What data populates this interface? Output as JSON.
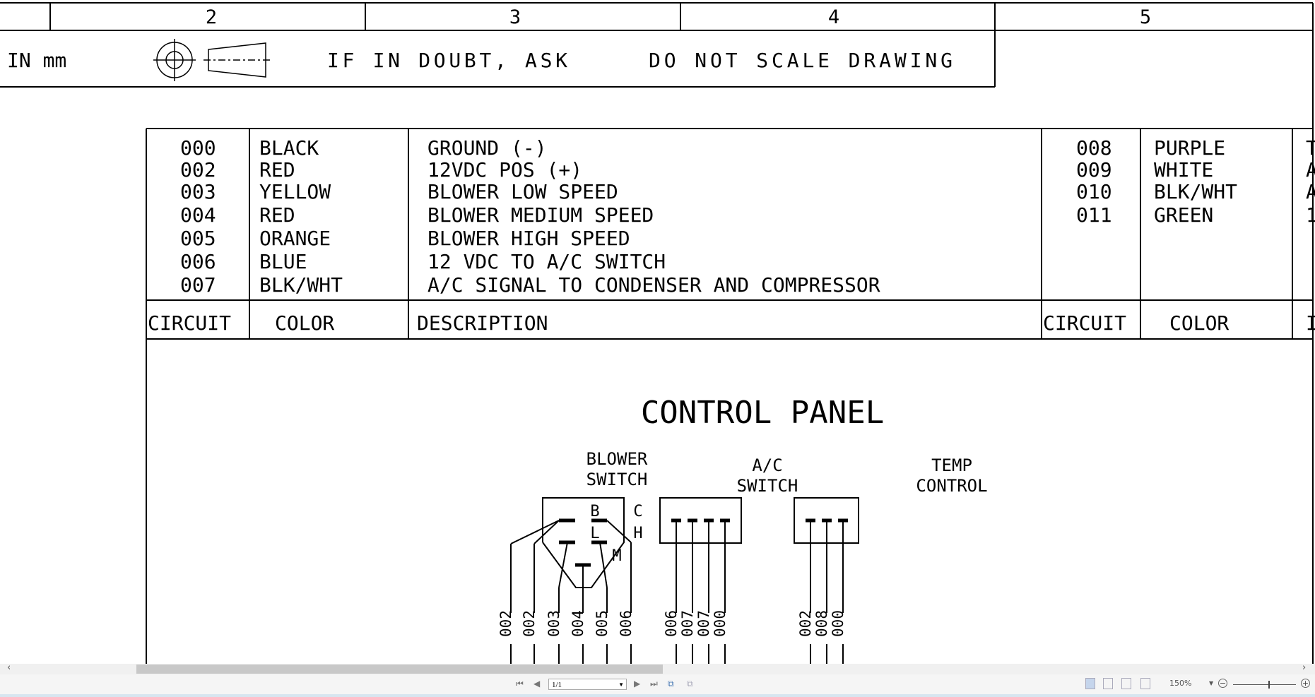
{
  "title_block": {
    "zone_numbers": [
      "2",
      "3",
      "4",
      "5"
    ],
    "units": "IN mm",
    "note_doubt": "IF IN DOUBT, ASK",
    "note_scale": "DO NOT SCALE DRAWING",
    "projection_symbol": "third-angle-projection-icon"
  },
  "wire_table": {
    "headers": {
      "circuit": "CIRCUIT",
      "color": "COLOR",
      "description": "DESCRIPTION",
      "circuit2": "CIRCUIT",
      "color2": "COLOR",
      "description2_partial": "I"
    },
    "rows": [
      {
        "circuit": "000",
        "color": "BLACK",
        "description": "GROUND (-)"
      },
      {
        "circuit": "002",
        "color": "RED",
        "description": "12VDC POS (+)"
      },
      {
        "circuit": "003",
        "color": "YELLOW",
        "description": "BLOWER LOW SPEED"
      },
      {
        "circuit": "004",
        "color": "RED",
        "description": "BLOWER MEDIUM SPEED"
      },
      {
        "circuit": "005",
        "color": "ORANGE",
        "description": "BLOWER HIGH SPEED"
      },
      {
        "circuit": "006",
        "color": "BLUE",
        "description": "12 VDC TO A/C SWITCH"
      },
      {
        "circuit": "007",
        "color": "BLK/WHT",
        "description": "A/C SIGNAL TO CONDENSER AND COMPRESSOR"
      }
    ],
    "rows_right": [
      {
        "circuit": "008",
        "color": "PURPLE",
        "description_partial": "T"
      },
      {
        "circuit": "009",
        "color": "WHITE",
        "description_partial": "A"
      },
      {
        "circuit": "010",
        "color": "BLK/WHT",
        "description_partial": "A"
      },
      {
        "circuit": "011",
        "color": "GREEN",
        "description_partial": "1"
      }
    ]
  },
  "diagram": {
    "title": "CONTROL PANEL",
    "blower_switch": {
      "label_line1": "BLOWER",
      "label_line2": "SWITCH",
      "pins": [
        "B",
        "C",
        "L",
        "H",
        "M"
      ],
      "wires": [
        "002",
        "002",
        "003",
        "004",
        "005",
        "006"
      ]
    },
    "ac_switch": {
      "label_line1": "A/C",
      "label_line2": "SWITCH",
      "wires": [
        "006",
        "007",
        "007",
        "000"
      ]
    },
    "temp_control": {
      "label_line1": "TEMP",
      "label_line2": "CONTROL",
      "wires": [
        "002",
        "008",
        "000"
      ]
    }
  },
  "viewer": {
    "page_display": "1/1",
    "zoom_level": "150%",
    "zoom_slider_fraction": 0.57,
    "accent": "#c5d5ec"
  }
}
